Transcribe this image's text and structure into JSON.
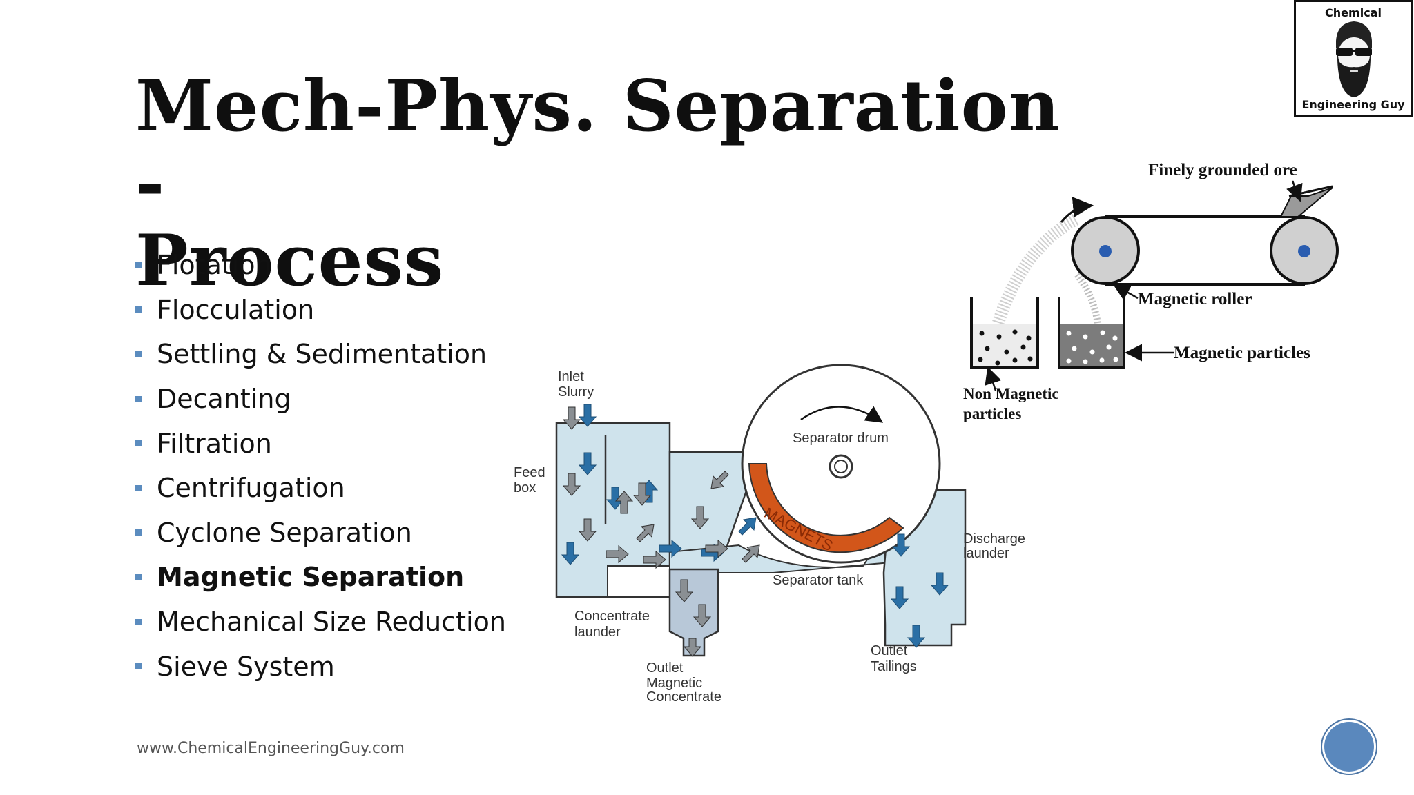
{
  "slide": {
    "title_line1": "Mech-Phys. Separation -",
    "title_line2": "Process",
    "bullets": [
      "Flotation",
      "Flocculation",
      "Settling & Sedimentation",
      "Decanting",
      "Filtration",
      "Centrifugation",
      "Cyclone Separation",
      "Magnetic Separation",
      "Mechanical Size Reduction",
      "Sieve System"
    ],
    "highlighted_bullet": "Magnetic Separation",
    "footer_url": "www.ChemicalEngineeringGuy.com"
  },
  "logo": {
    "top_text": "Chemical",
    "bottom_text": "Engineering Guy"
  },
  "drum_separator_diagram": {
    "inlet_label": [
      "Inlet",
      "Slurry"
    ],
    "feed_box_label": [
      "Feed",
      "box"
    ],
    "drum_label": "Separator drum",
    "magnets_label": "MAGNETS",
    "tank_label": "Separator tank",
    "discharge_label": [
      "Discharge",
      "launder"
    ],
    "concentrate_launder_label": [
      "Concentrate",
      "launder"
    ],
    "outlet_concentrate_label": [
      "Outlet",
      "Magnetic",
      "Concentrate"
    ],
    "outlet_tailings_label": [
      "Outlet",
      "Tailings"
    ]
  },
  "belt_separator_diagram": {
    "ore_label": "Finely grounded ore",
    "roller_label": "Magnetic roller",
    "magnetic_particles_label": "Magnetic particles",
    "non_magnetic_label": [
      "Non Magnetic",
      "particles"
    ]
  },
  "colors": {
    "bullet_accent": "#5b8cbf",
    "water": "#cfe3ec",
    "magnet": "#d2561a",
    "arrow_blue": "#2a6fa5",
    "nav_button": "#5a88bd"
  }
}
